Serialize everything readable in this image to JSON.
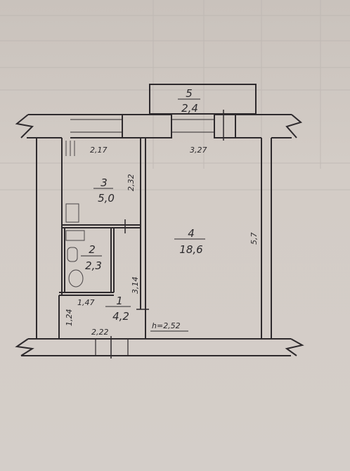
{
  "floorplan": {
    "rooms": [
      {
        "number": "1",
        "area": "4,2"
      },
      {
        "number": "2",
        "area": "2,3"
      },
      {
        "number": "3",
        "area": "5,0"
      },
      {
        "number": "4",
        "area": "18,6"
      },
      {
        "number": "5",
        "area": "2,4"
      }
    ],
    "dimensions": {
      "d_217": "2,17",
      "d_327": "3,27",
      "d_232": "2,32",
      "d_57": "5,7",
      "d_314": "3,14",
      "d_147": "1,47",
      "d_124": "1,24",
      "d_222": "2,22"
    },
    "ceiling_height": "h=2,52"
  }
}
